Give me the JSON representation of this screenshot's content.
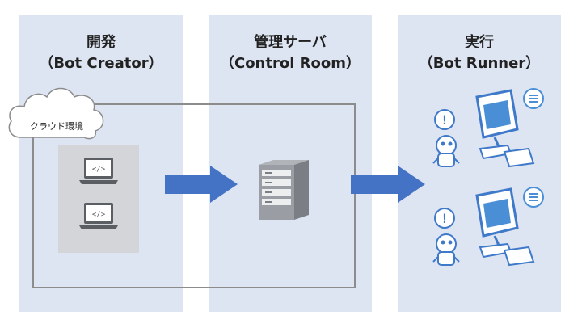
{
  "columns": [
    {
      "title": "開発",
      "subtitle": "（Bot Creator）"
    },
    {
      "title": "管理サーバ",
      "subtitle": "（Control Room）"
    },
    {
      "title": "実行",
      "subtitle": "（Bot Runner）"
    }
  ],
  "cloud": {
    "label": "クラウド環境"
  },
  "icons": {
    "laptop_code": "</>",
    "alert": "!"
  },
  "colors": {
    "column_bg": "#dde4f2",
    "arrow": "#4472c4",
    "icon_blue": "#4a8fd6",
    "border": "#8c8c8c"
  }
}
